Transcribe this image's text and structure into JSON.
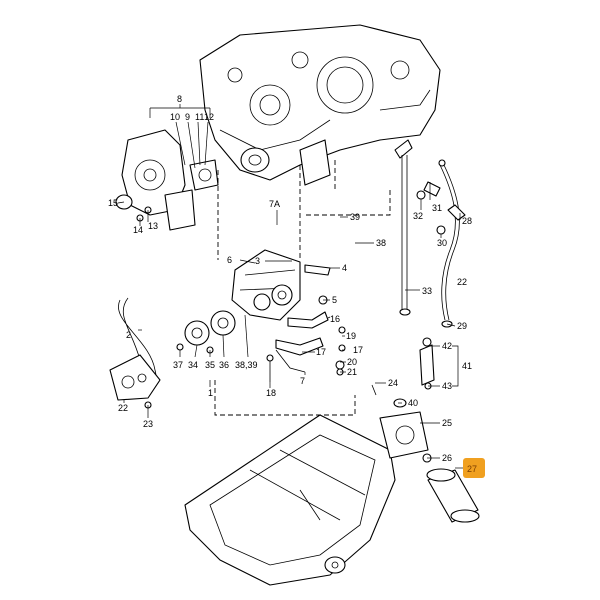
{
  "labels": {
    "l1": "1",
    "l2": "2",
    "l3": "3",
    "l4": "4",
    "l5": "5",
    "l6": "6",
    "l7": "7",
    "l7a": "7A",
    "l8": "8",
    "l9": "9",
    "l10": "10",
    "l11": "11",
    "l12": "12",
    "l13": "13",
    "l14": "14",
    "l15": "15",
    "l16": "16",
    "l17a": "17",
    "l17b": "17",
    "l18": "18",
    "l19": "19",
    "l20": "20",
    "l21": "21",
    "l22": "22",
    "l23": "23",
    "l24": "24",
    "l25": "25",
    "l26": "26",
    "l27": "27",
    "l28": "28",
    "l29": "29",
    "l30": "30",
    "l31": "31",
    "l32": "32",
    "l33": "33",
    "l34": "34",
    "l35": "35",
    "l36": "36",
    "l37": "37",
    "l38": "38",
    "l39": "39",
    "l3839": "38,39",
    "l40": "40",
    "l41": "41",
    "l42": "42",
    "l43": "43"
  },
  "highlight_color": "#f0a020"
}
